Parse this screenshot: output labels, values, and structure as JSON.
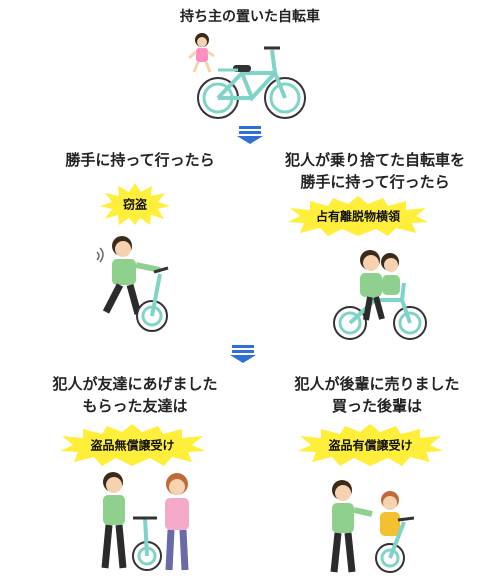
{
  "top": {
    "title": "持ち主の置いた自転車"
  },
  "left_branch": {
    "caption": "勝手に持って行ったら",
    "badge": "窃盗"
  },
  "right_branch": {
    "caption_line1": "犯人が乗り捨てた自転車を",
    "caption_line2": "勝手に持って行ったら",
    "badge": "占有離脱物横領"
  },
  "bottom_left": {
    "caption_line1": "犯人が友達にあげました",
    "caption_line2": "もらった友達は",
    "badge": "盗品無償譲受け"
  },
  "bottom_right": {
    "caption_line1": "犯人が後輩に売りました",
    "caption_line2": "買った後輩は",
    "badge": "盗品有償譲受け"
  },
  "colors": {
    "bike_frame": "#7fd3c7",
    "shirt_green": "#8fd08f",
    "burst_yellow": "#ffef3a",
    "arrow_blue": "#2f6fd6"
  }
}
